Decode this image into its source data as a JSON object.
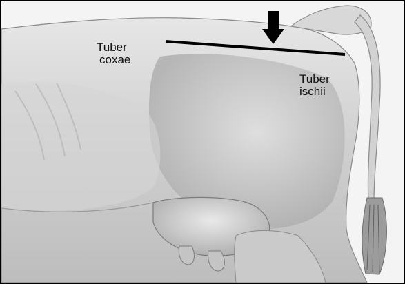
{
  "labels": {
    "tuber_coxae": {
      "line1": "Tuber",
      "line2": "coxae"
    },
    "tuber_ischii": {
      "line1": "Tuber",
      "line2": "ischii"
    }
  },
  "colors": {
    "annotation": "#000000",
    "background": "#f4f4f4",
    "body_shading": "#c9c9c9"
  },
  "icons": {
    "arrow": "down-arrow-icon"
  }
}
